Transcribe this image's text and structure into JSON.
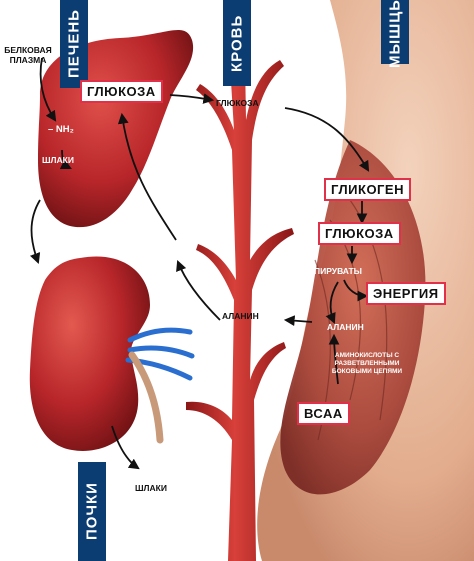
{
  "side_labels": {
    "liver": "ПЕЧЕНЬ",
    "blood": "КРОВЬ",
    "muscles": "МЫШЦЫ",
    "kidneys": "ПОЧКИ"
  },
  "liver": {
    "plasma_protein": "БЕЛКОВАЯ ПЛАЗМА",
    "nh2": "– NH₂",
    "waste": "ШЛАКИ"
  },
  "boxes": {
    "glucose_top": "ГЛЮКОЗА",
    "glycogen": "ГЛИКОГЕН",
    "glucose_muscle": "ГЛЮКОЗА",
    "energy": "ЭНЕРГИЯ",
    "bcaa": "ВСАА"
  },
  "labels": {
    "glucose_blood": "ГЛЮКОЗА",
    "pyruvates": "ПИРУВАТЫ",
    "alanine_muscle": "АЛАНИН",
    "alanine_blood": "АЛАНИН",
    "amino_acids": "АМИНОКИСЛОТЫ С РАЗВЕТВЛЕННЫМИ БОКОВЫМИ ЦЕПЯМИ",
    "kidney_waste": "ШЛАКИ"
  },
  "colors": {
    "organ_red": "#b8262a",
    "vessel_red": "#c22a2a",
    "muscle_skin": "#e7b89d",
    "label_blue": "#0c3d72",
    "box_border": "#e0304a"
  }
}
